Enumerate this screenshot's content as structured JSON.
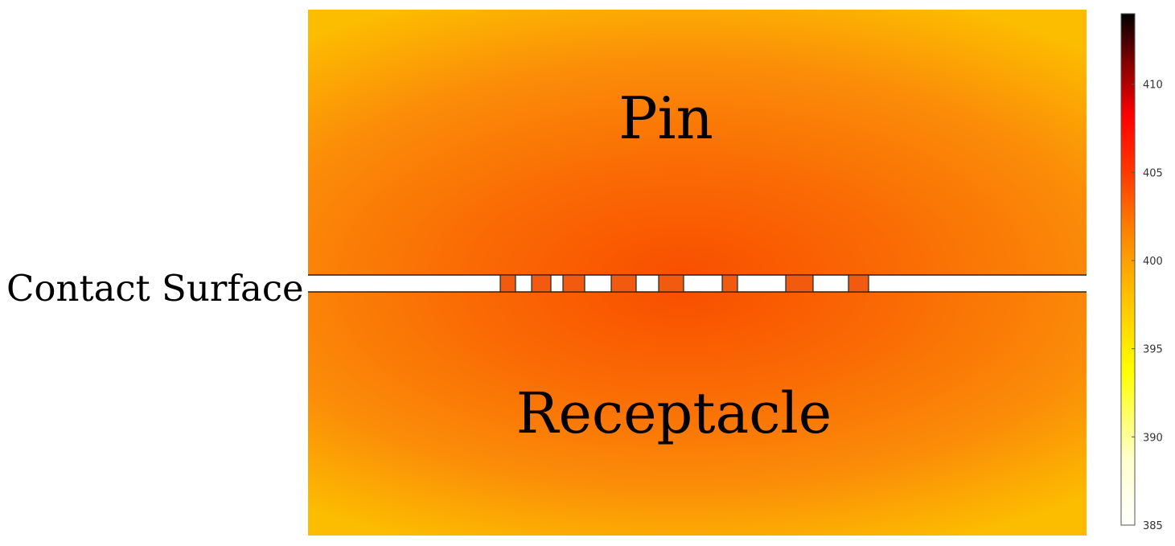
{
  "labels": {
    "pin": "Pin",
    "contact_surface": "Contact Surface",
    "receptacle": "Receptacle"
  },
  "colorbar": {
    "min": 385,
    "max": 414,
    "ticks": [
      {
        "value": 410,
        "label": "410"
      },
      {
        "value": 405,
        "label": "405"
      },
      {
        "value": 400,
        "label": "400"
      },
      {
        "value": 395,
        "label": "395"
      },
      {
        "value": 390,
        "label": "390"
      },
      {
        "value": 385,
        "label": "385"
      }
    ],
    "colormap": [
      "#ffffff",
      "#ffff99",
      "#ffee00",
      "#ffaa00",
      "#ff6600",
      "#ff0000",
      "#aa0000",
      "#000000"
    ]
  },
  "colors": {
    "field_hot": "#f95500",
    "field_mid": "#fb8a08",
    "field_edge": "#fcc300",
    "contact_spot": "#f25a10",
    "outline": "#222222"
  },
  "contact_spots": {
    "count": 8
  }
}
